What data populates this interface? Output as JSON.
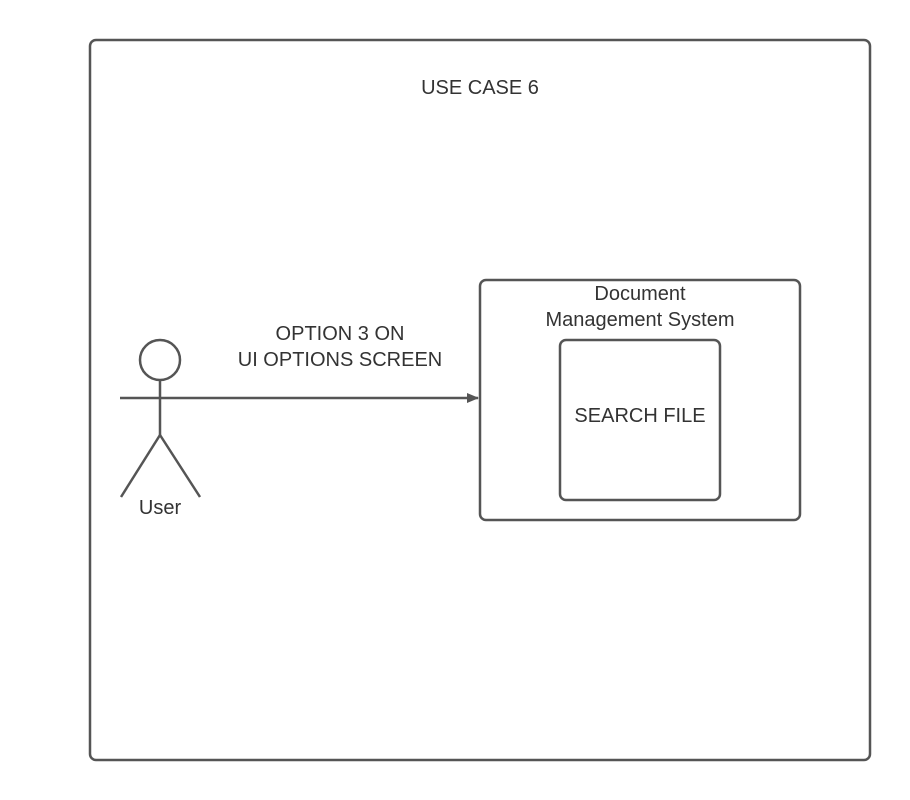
{
  "diagram": {
    "title": "USE CASE 6",
    "actor": {
      "label": "User"
    },
    "association": {
      "label_line1": "OPTION 3 ON",
      "label_line2": "UI OPTIONS SCREEN"
    },
    "system": {
      "label_line1": "Document",
      "label_line2": "Management System",
      "use_case": {
        "label": "SEARCH FILE"
      }
    }
  },
  "colors": {
    "stroke": "#555555",
    "text": "#333333",
    "background": "#ffffff"
  }
}
